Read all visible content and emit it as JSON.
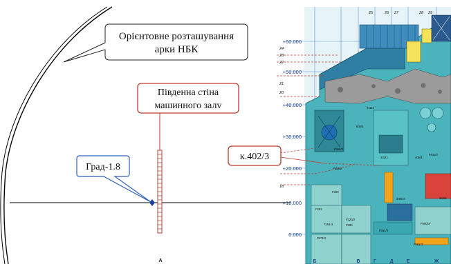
{
  "callouts": {
    "arch_line1": "Орієнтовне розташування",
    "arch_line2": "арки НБК",
    "wall_line1": "Південна стіна",
    "wall_line2": "машинного залv",
    "grad": "Град-1.8",
    "room": "к.402/3"
  },
  "section": {
    "elevations": [
      "+60.000",
      "+50.000",
      "+40.000",
      "+30.000",
      "+20.000",
      "+10.000",
      "0.000"
    ],
    "axes": [
      "Б",
      "В",
      "Г",
      "Д",
      "Е",
      "Ж"
    ],
    "left_numbers": [
      "24",
      "23",
      "22",
      "21",
      "20",
      "18"
    ],
    "top_numbers": [
      "25",
      "26",
      "27",
      "28",
      "29"
    ],
    "room_labels": [
      "916/3",
      "805/3",
      "F556/3",
      "402/3",
      "405/3",
      "F556/2",
      "F300",
      "208/10",
      "F283",
      "F151/3",
      "F320/2",
      "F300",
      "F574/3",
      "364/3",
      "F611/3",
      "F500/3",
      "F564/3",
      "F551/3"
    ],
    "bottom_mark": "А"
  },
  "colors": {
    "teal": "#3aa6b0",
    "teal_dark": "#1d7f8c",
    "light_teal": "#9bd6d2",
    "sky": "#d8eef5",
    "red_callout": "#c0392b",
    "blue_callout": "#2f5fb8",
    "orange": "#f2a41c",
    "yellow": "#f3e25a"
  }
}
